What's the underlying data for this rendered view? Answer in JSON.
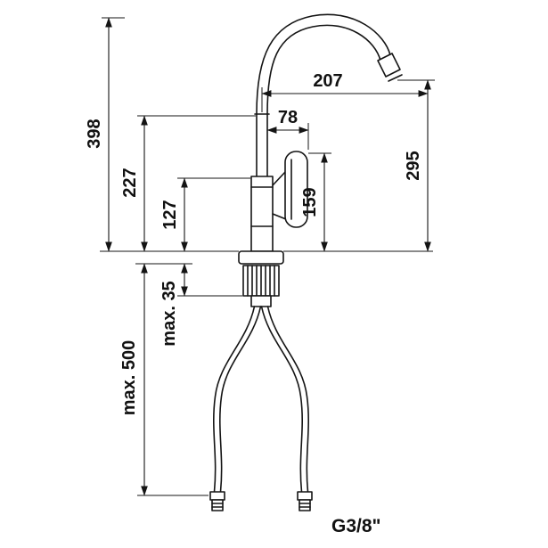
{
  "drawing": {
    "type": "technical-dimension-drawing",
    "subject": "single-lever kitchen faucet with swivel spout and supply hoses",
    "background_color": "#ffffff",
    "line_color": "#141414",
    "text_color": "#111111",
    "dimensions": {
      "total_height": "398",
      "spout_base_height": "227",
      "body_height": "127",
      "max_mount_thickness": "max. 35",
      "max_hose_length": "max. 500",
      "spout_reach": "207",
      "handle_offset": "78",
      "handle_height": "159",
      "outlet_height": "295",
      "thread_size": "G3/8\""
    }
  }
}
